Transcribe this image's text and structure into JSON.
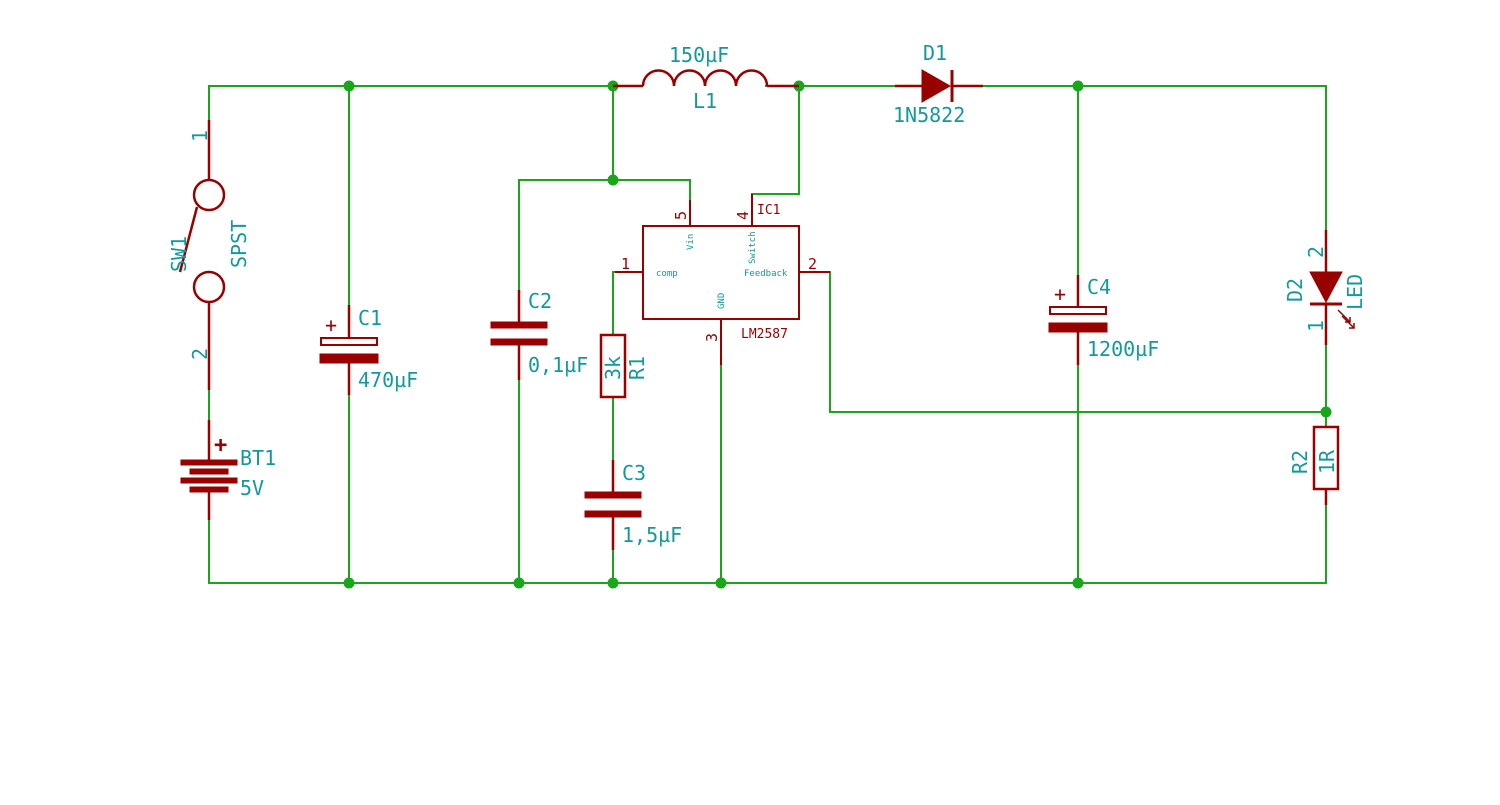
{
  "components": {
    "sw1": {
      "ref": "SW1",
      "value": "SPST",
      "pin1": "1",
      "pin2": "2"
    },
    "bt1": {
      "ref": "BT1",
      "value": "5V",
      "plus": "+"
    },
    "c1": {
      "ref": "C1",
      "value": "470µF",
      "plus": "+"
    },
    "c2": {
      "ref": "C2",
      "value": "0,1µF"
    },
    "c3": {
      "ref": "C3",
      "value": "1,5µF"
    },
    "c4": {
      "ref": "C4",
      "value": "1200µF",
      "plus": "+"
    },
    "r1": {
      "ref": "R1",
      "value": "3k"
    },
    "r2": {
      "ref": "R2",
      "value": "1R"
    },
    "l1": {
      "ref": "L1",
      "value": "150µF"
    },
    "d1": {
      "ref": "D1",
      "value": "1N5822"
    },
    "d2": {
      "ref": "D2",
      "value": "LED",
      "pin1": "1",
      "pin2": "2"
    },
    "ic1": {
      "ref": "IC1",
      "value": "LM2587",
      "pins": {
        "vin": {
          "num": "5",
          "name": "Vin"
        },
        "switch": {
          "num": "4",
          "name": "Switch"
        },
        "comp": {
          "num": "1",
          "name": "comp"
        },
        "feedback": {
          "num": "2",
          "name": "Feedback"
        },
        "gnd": {
          "num": "3",
          "name": "GND"
        }
      }
    }
  },
  "colors": {
    "wire": "#1aa61a",
    "symbol": "#990000",
    "label": "#129a9a",
    "background": "#ffffff"
  }
}
